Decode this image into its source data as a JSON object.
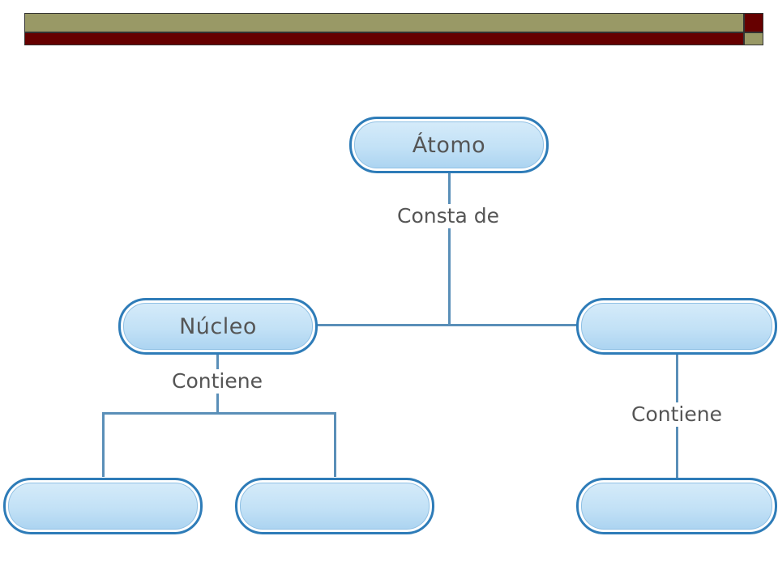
{
  "slide": {
    "header_colors": {
      "olive": "#999966",
      "maroon": "#660000"
    }
  },
  "diagram": {
    "nodes": {
      "atom": "Átomo",
      "nucleus": "Núcleo",
      "right_blank": "",
      "bottom_left_1": "",
      "bottom_left_2": "",
      "bottom_right": ""
    },
    "links": {
      "atom_consists_of": "Consta de",
      "nucleus_contains": "Contiene",
      "right_contains": "Contiene"
    },
    "colors": {
      "node_border": "#2e7cb8",
      "node_fill": "#c2e1f6",
      "line": "#5a8fb8",
      "text": "#555555"
    }
  }
}
